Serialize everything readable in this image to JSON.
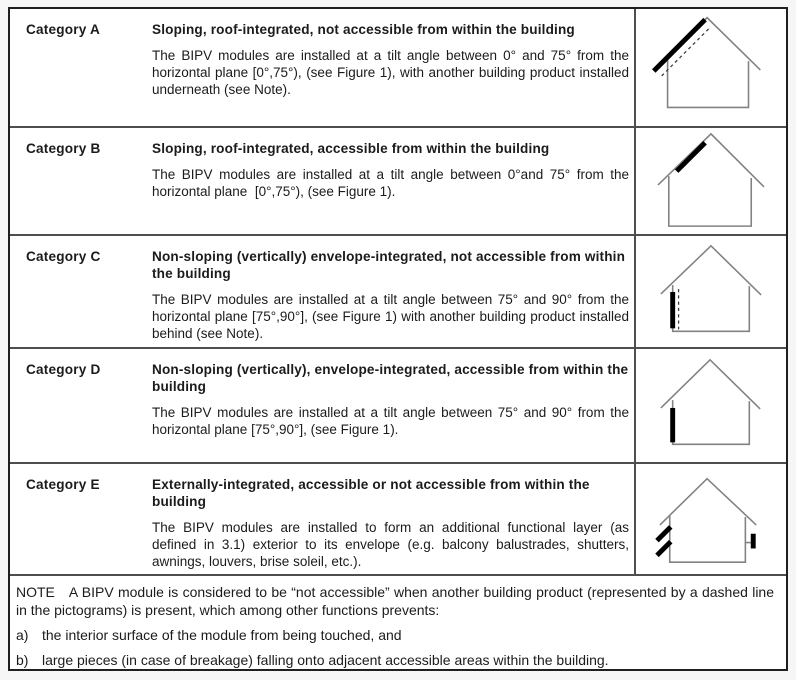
{
  "colors": {
    "outer_border": "#1f1f1f",
    "inner_lines": "#4e4e4e",
    "house_outline": "#828282",
    "module_black": "#000000",
    "paper": "#ffffff"
  },
  "table": {
    "categories": [
      {
        "label": "Category A",
        "title": "Sloping, roof-integrated, not accessible from within the building",
        "body": "The BIPV modules are installed at a tilt angle between 0° and 75° from the horizontal plane [0°,75°), (see Figure 1), with another building product installed underneath (see Note).",
        "pictogram_icon": "house-sloping-roof-full-module-with-dashed-underlayer"
      },
      {
        "label": "Category B",
        "title": "Sloping, roof-integrated, accessible from within the building",
        "body": "The BIPV modules are installed at a tilt angle between 0°and 75° from the horizontal plane  [0°,75°), (see Figure 1).",
        "pictogram_icon": "house-sloping-roof-partial-module"
      },
      {
        "label": "Category C",
        "title": "Non-sloping (vertically) envelope-integrated, not accessible from within the building",
        "body": "The BIPV modules are installed at a tilt angle between 75° and 90° from the horizontal plane [75°,90°], (see Figure 1) with another building product installed behind (see Note).",
        "pictogram_icon": "house-vertical-wall-module-with-dashed-backing"
      },
      {
        "label": "Category D",
        "title": "Non-sloping (vertically), envelope-integrated, accessible from within the building",
        "body": "The BIPV modules are installed at a tilt angle between 75° and 90° from the horizontal plane [75°,90°], (see Figure 1).",
        "pictogram_icon": "house-vertical-wall-module"
      },
      {
        "label": "Category E",
        "title": "Externally-integrated, accessible or not accessible from within the building",
        "body": "The BIPV modules are installed to form an additional functional layer (as defined in 3.1) exterior to its envelope (e.g. balcony balustrades, shutters, awnings, louvers, brise soleil, etc.).",
        "pictogram_icon": "house-external-louvers-and-balustrade-modules"
      }
    ],
    "note": {
      "label": "NOTE",
      "text": "A BIPV module is considered to be “not accessible” when another building product (represented by a dashed line in the pictograms) is present, which among other functions prevents:",
      "items": [
        {
          "marker": "a)",
          "text": "the interior surface of the module from being touched, and"
        },
        {
          "marker": "b)",
          "text": "large pieces (in case of breakage) falling onto adjacent accessible areas within the building."
        }
      ]
    }
  }
}
